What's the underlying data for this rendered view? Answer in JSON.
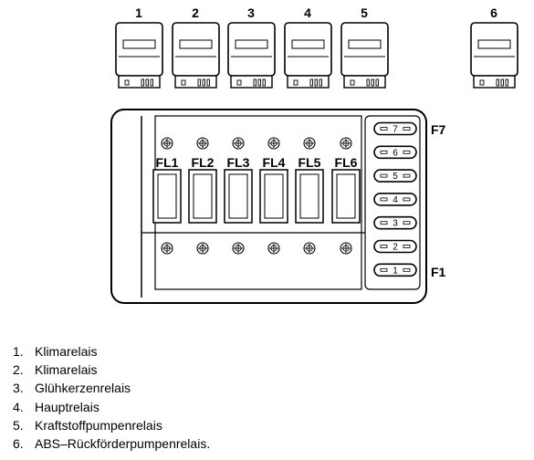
{
  "relays": [
    {
      "num": "1"
    },
    {
      "num": "2"
    },
    {
      "num": "3"
    },
    {
      "num": "4"
    },
    {
      "num": "5"
    },
    {
      "num": "6"
    }
  ],
  "fusible_links": [
    "FL1",
    "FL2",
    "FL3",
    "FL4",
    "FL5",
    "FL6"
  ],
  "fuses": [
    "7",
    "6",
    "5",
    "4",
    "3",
    "2",
    "1"
  ],
  "fuse_labels": {
    "top": "F7",
    "bottom": "F1"
  },
  "legend": [
    {
      "num": "1.",
      "text": "Klimarelais"
    },
    {
      "num": "2.",
      "text": "Klimarelais"
    },
    {
      "num": "3.",
      "text": "Glühkerzenrelais"
    },
    {
      "num": "4.",
      "text": "Hauptrelais"
    },
    {
      "num": "5.",
      "text": "Kraftstoffpumpenrelais"
    },
    {
      "num": "6.",
      "text": "ABS–Rückförderpumpenrelais."
    }
  ]
}
